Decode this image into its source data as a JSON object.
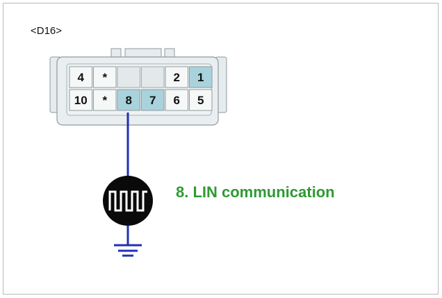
{
  "connector": {
    "id_label": "<D16>",
    "pins_top_row": [
      {
        "label": "4",
        "highlighted": false
      },
      {
        "label": "*",
        "highlighted": false
      },
      {
        "label": "",
        "highlighted": false
      },
      {
        "label": "",
        "highlighted": false
      },
      {
        "label": "2",
        "highlighted": false
      },
      {
        "label": "1",
        "highlighted": true
      }
    ],
    "pins_bottom_row": [
      {
        "label": "10",
        "highlighted": false
      },
      {
        "label": "*",
        "highlighted": false
      },
      {
        "label": "8",
        "highlighted": true
      },
      {
        "label": "7",
        "highlighted": true
      },
      {
        "label": "6",
        "highlighted": false
      },
      {
        "label": "5",
        "highlighted": false
      }
    ]
  },
  "signal": {
    "label": "8. LIN communication",
    "pin": "8",
    "icon": "square-wave-signal-icon",
    "ground_icon": "ground-icon"
  },
  "colors": {
    "wire": "#1f2fb8",
    "highlight_pin": "#a9d3dc",
    "connector_body": "#e9eef0",
    "label": "#2e9a33"
  }
}
